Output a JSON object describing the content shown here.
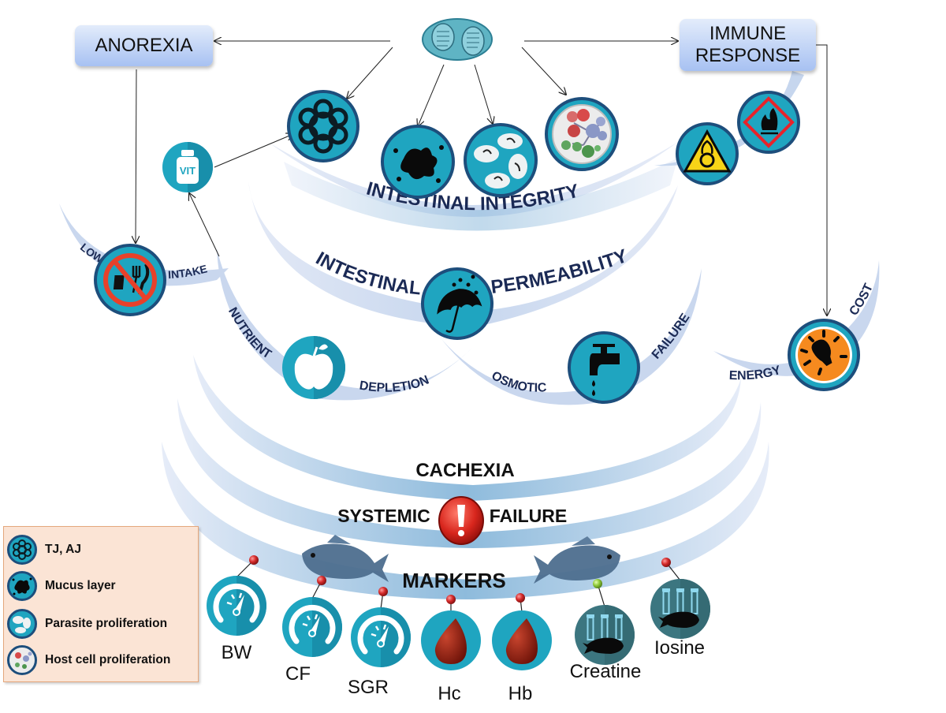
{
  "boxes": {
    "anorexia": "ANOREXIA",
    "immune_line1": "IMMUNE",
    "immune_line2": "RESPONSE"
  },
  "icons": {
    "parasite": "parasite-icon",
    "vitamin_label": "VIT"
  },
  "arcs": {
    "intestinal_integrity": [
      "INTESTINAL",
      "INTEGRITY"
    ],
    "intestinal_permeability": [
      "INTESTINAL",
      "PERMEABILITY"
    ],
    "low_intake": [
      "LOW",
      "INTAKE"
    ],
    "nutrient_depletion": [
      "NUTRIENT",
      "DEPLETION"
    ],
    "osmotic_failure": [
      "OSMOTIC",
      "FAILURE"
    ],
    "energy_cost": [
      "ENERGY",
      "COST"
    ],
    "cachexia": "CACHEXIA",
    "systemic_failure": [
      "SYSTEMIC",
      "FAILURE"
    ],
    "markers": "MARKERS"
  },
  "legend": {
    "items": [
      {
        "icon": "tight-junction-icon",
        "label": "TJ, AJ"
      },
      {
        "icon": "mucus-splat-icon",
        "label": "Mucus  layer"
      },
      {
        "icon": "parasite-cells-icon",
        "label": "Parasite proliferation"
      },
      {
        "icon": "host-cell-molecule-icon",
        "label": "Host cell proliferation"
      }
    ]
  },
  "markers": [
    {
      "label": "BW",
      "icon": "gauge-icon",
      "pin": "red"
    },
    {
      "label": "CF",
      "icon": "gauge-icon",
      "pin": "red"
    },
    {
      "label": "SGR",
      "icon": "gauge-icon",
      "pin": "red"
    },
    {
      "label": "Hc",
      "icon": "blood-drop-icon",
      "pin": "red"
    },
    {
      "label": "Hb",
      "icon": "blood-drop-icon",
      "pin": "red"
    },
    {
      "label": "Creatine",
      "icon": "test-tubes-fish-icon",
      "pin": "green"
    },
    {
      "label": "Iosine",
      "icon": "test-tubes-fish-icon",
      "pin": "red"
    }
  ],
  "colors": {
    "teal": "#1fa5c0",
    "navy_ring": "#1d4e7c",
    "arc_light": "#d3ddf0",
    "arc_mid": "#9fc3e0",
    "pin_red": "#d42a2a",
    "pin_green": "#8fc93a",
    "legend_bg": "#fbe4d5",
    "bulb_orange": "#f58a1f"
  }
}
